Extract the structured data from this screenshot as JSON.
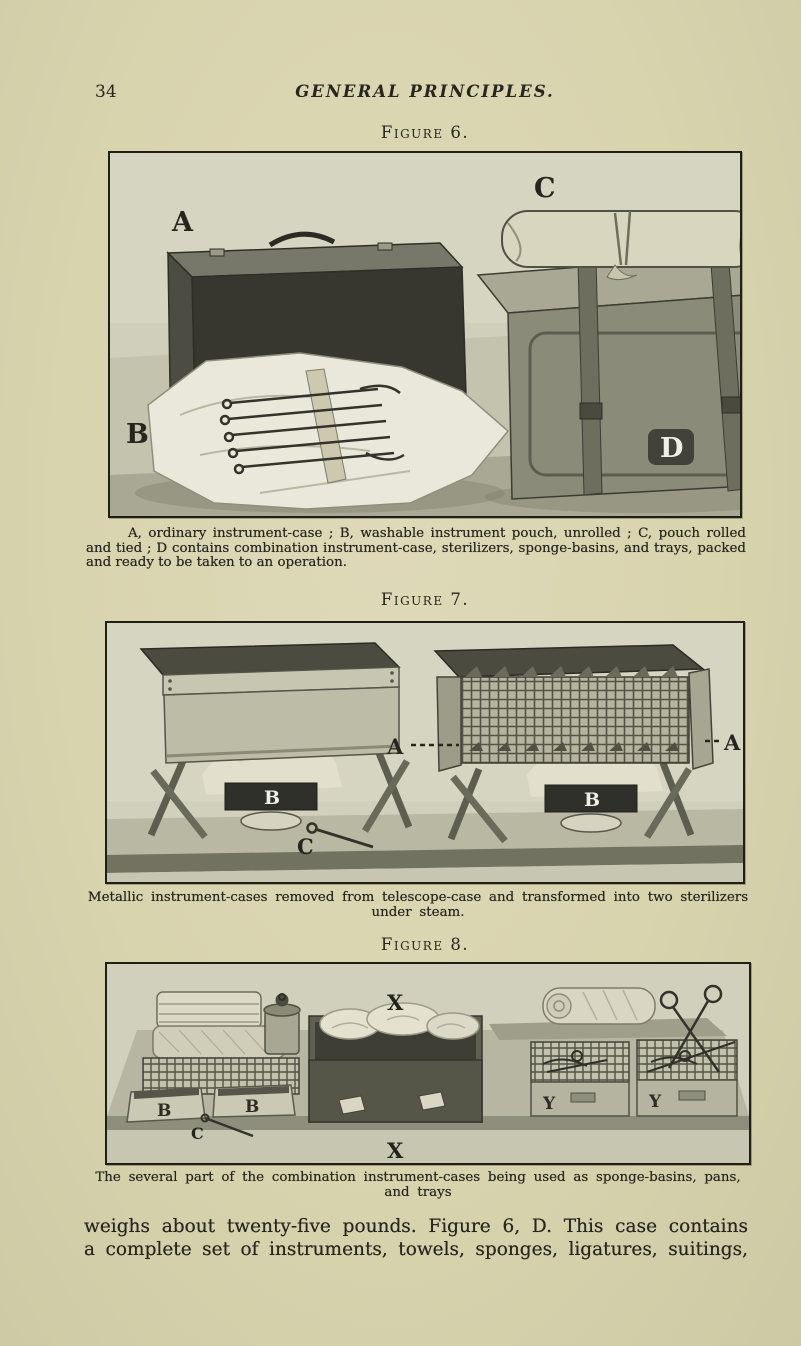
{
  "page": {
    "number": "34",
    "header": "GENERAL PRINCIPLES.",
    "paper_color": "#d8d4ae",
    "ink_color": "#26261e"
  },
  "figures": [
    {
      "title": "Figure 6.",
      "caption": "A, ordinary instrument-case ; B, washable instrument pouch, unrolled ; C, pouch rolled and tied ; D contains combination instrument-case, sterilizers, sponge-basins, and trays, packed and ready to be taken to an operation.",
      "labels": {
        "a": "A",
        "b": "B",
        "c": "C",
        "d": "D"
      }
    },
    {
      "title": "Figure 7.",
      "caption": "Metallic instrument-cases removed from telescope-case and transformed into two sterilizers under steam.",
      "labels": {
        "a": "A",
        "b": "B",
        "c": "C"
      }
    },
    {
      "title": "Figure 8.",
      "caption": "The several part of the combination instrument-cases being used as sponge-basins, pans, and trays",
      "labels": {
        "b": "B",
        "c": "C",
        "x": "X",
        "y": "Y"
      }
    }
  ],
  "body_text": {
    "line1": "weighs about twenty-five pounds. Figure 6, D. This case contains",
    "line2": "a complete set of instruments, towels, sponges, ligatures, suitings,"
  }
}
